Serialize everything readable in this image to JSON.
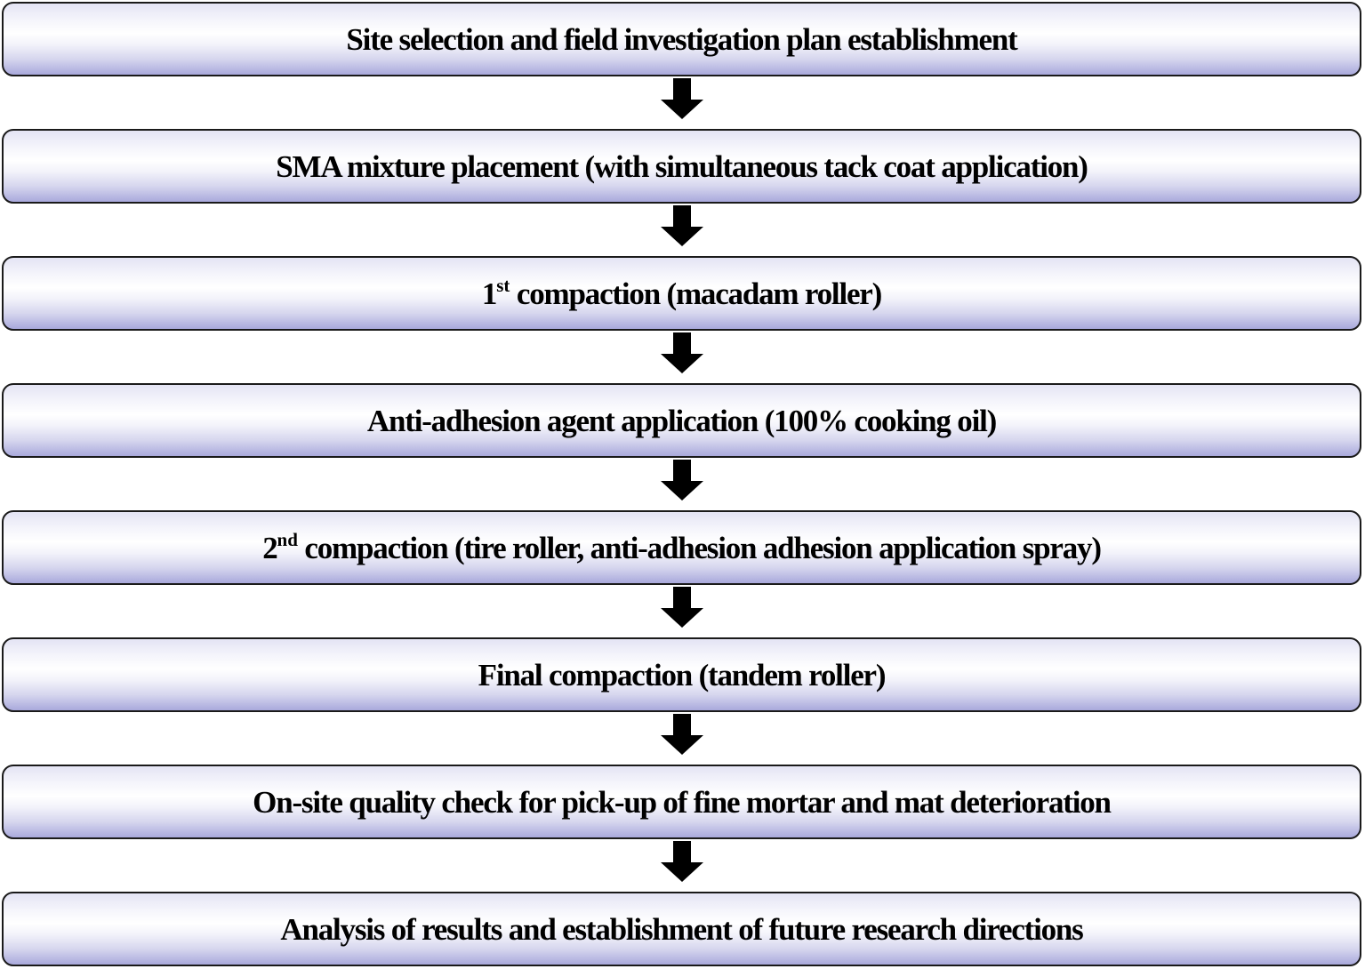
{
  "steps": [
    {
      "text": "Site selection and field investigation plan establishment"
    },
    {
      "text": "SMA mixture placement (with simultaneous tack coat application)"
    },
    {
      "pre": "1",
      "sup": "st",
      "text": " compaction (macadam roller)"
    },
    {
      "text": "Anti-adhesion agent application (100% cooking oil)"
    },
    {
      "pre": "2",
      "sup": "nd",
      "text": " compaction (tire roller, anti-adhesion adhesion application spray)"
    },
    {
      "text": "Final compaction (tandem roller)"
    },
    {
      "text": "On-site quality check for pick-up of fine mortar and mat deterioration"
    },
    {
      "text": "Analysis of results and establishment of future research directions"
    }
  ],
  "colors": {
    "box_border": "#1a1a1a",
    "box_gradient_top": "#e4e4f4",
    "box_gradient_mid": "#ffffff",
    "box_gradient_bottom": "#a9a9dc",
    "arrow": "#000000",
    "text": "#000000"
  },
  "icons": {
    "connector": "arrow-down-icon"
  }
}
